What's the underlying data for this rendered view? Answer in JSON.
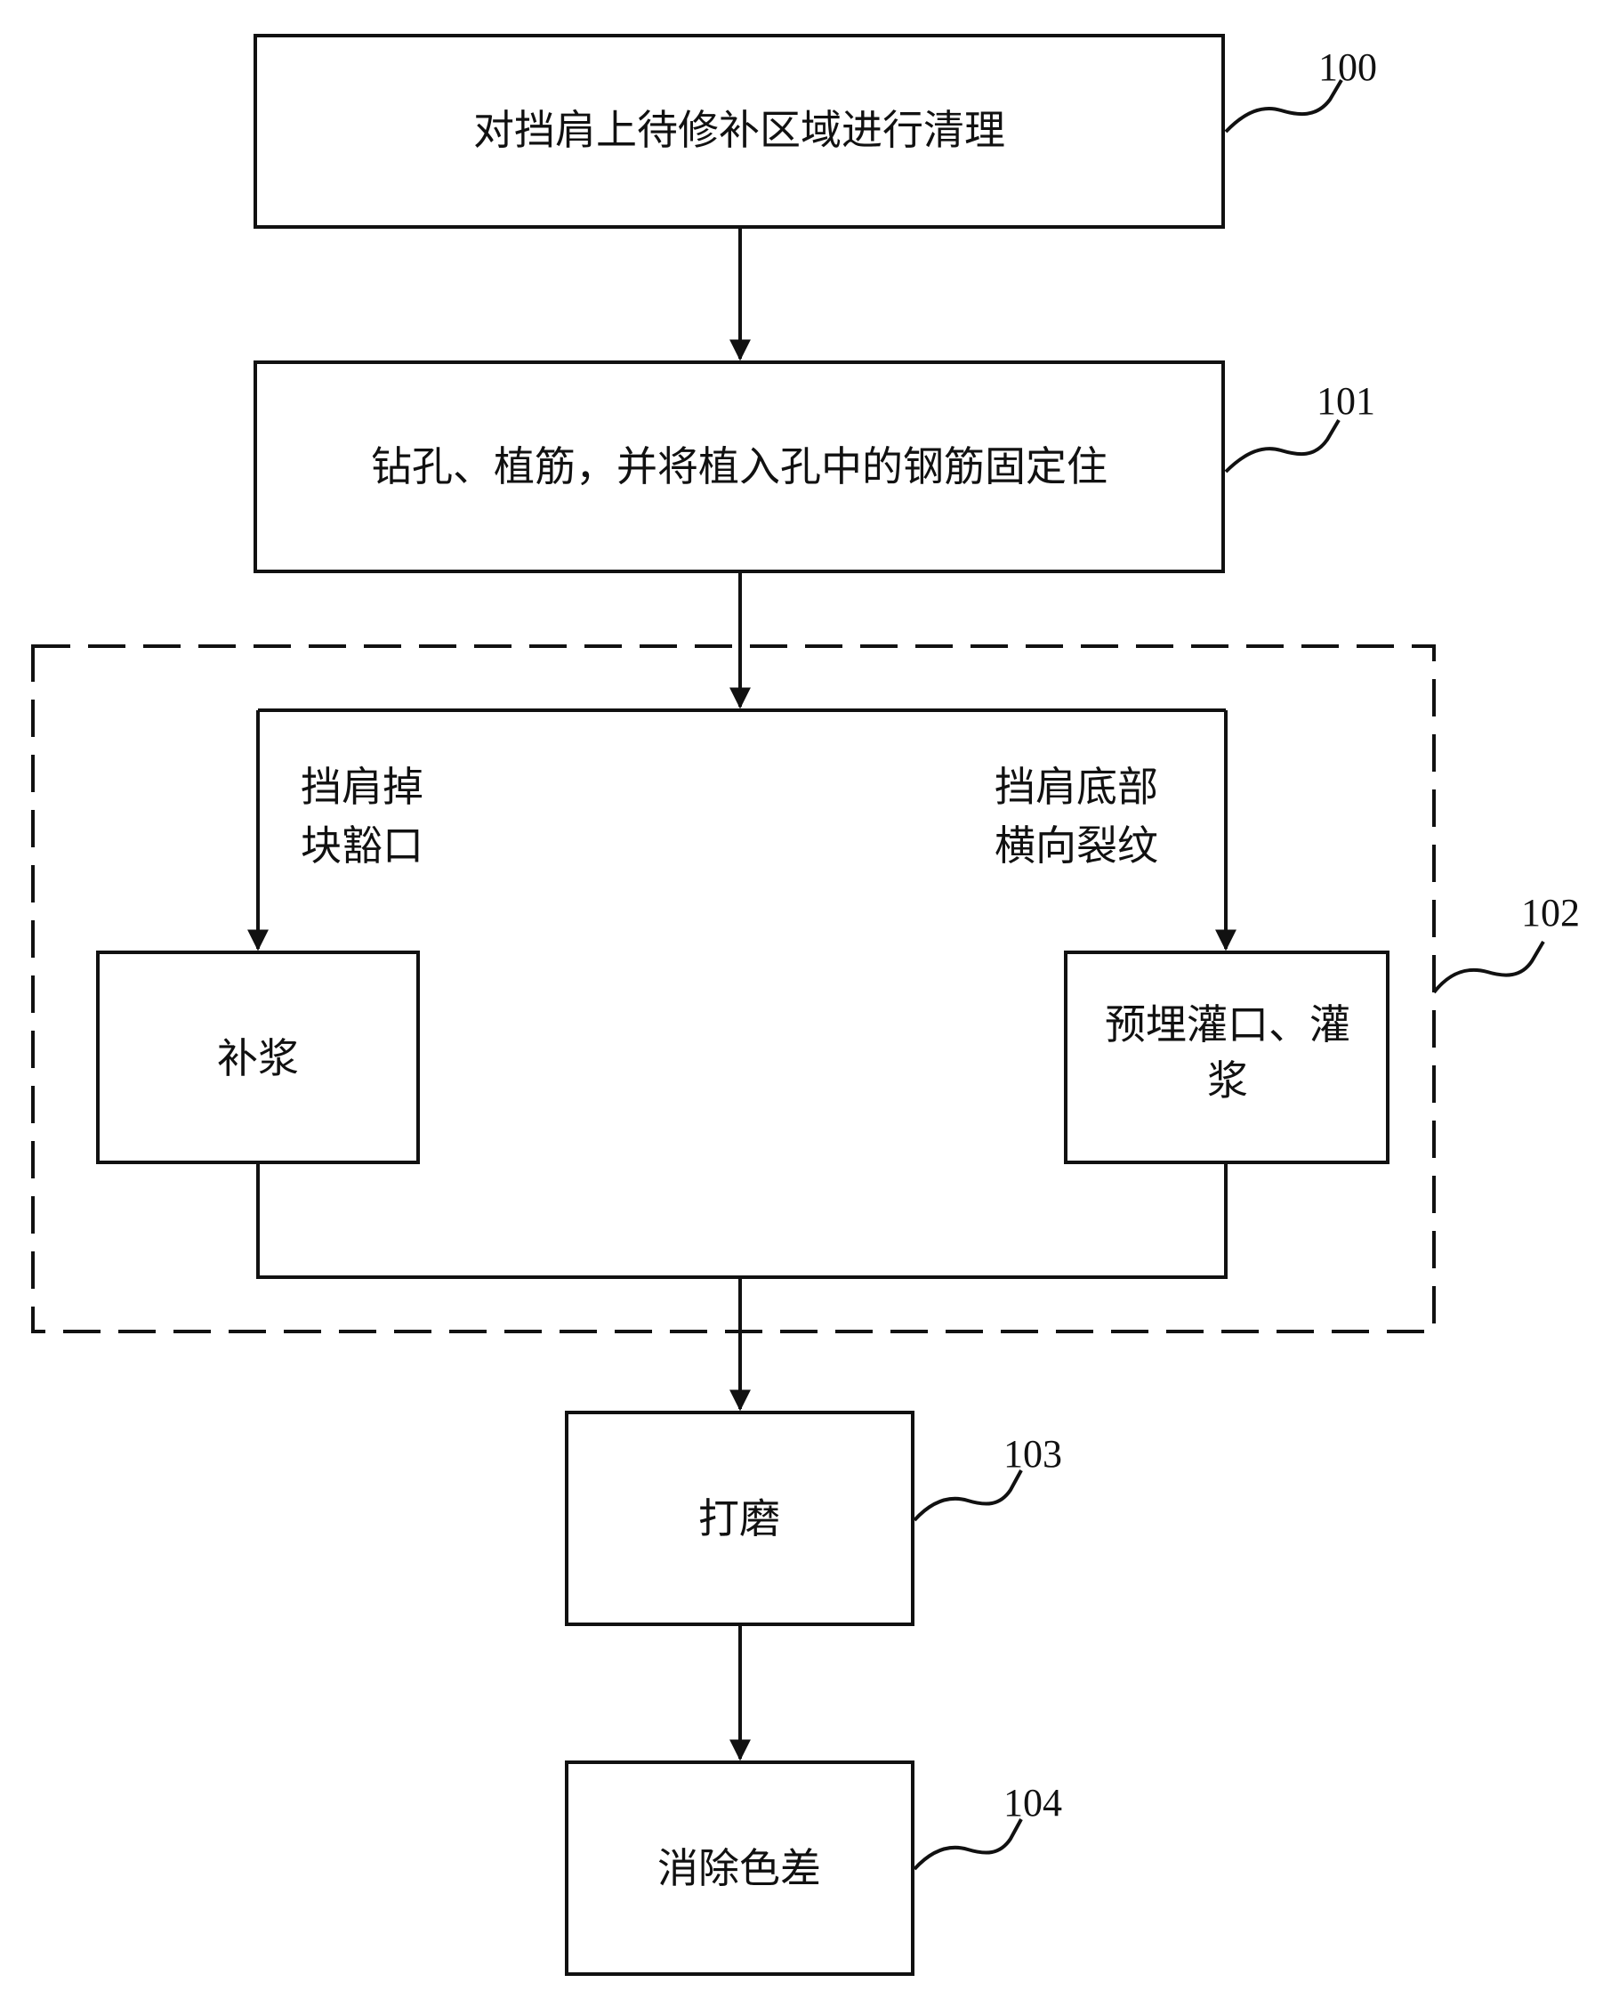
{
  "steps": {
    "s100": {
      "text": "对挡肩上待修补区域进行清理",
      "ref": "100"
    },
    "s101": {
      "text": "钻孔、植筋，并将植入孔中的钢筋固定住",
      "ref": "101"
    },
    "s102": {
      "ref": "102"
    },
    "left": {
      "text": "补浆",
      "condition": [
        "挡肩掉",
        "块豁口"
      ]
    },
    "right": {
      "text": [
        "预埋灌口、灌",
        "浆"
      ],
      "condition": [
        "挡肩底部",
        "横向裂纹"
      ]
    },
    "s103": {
      "text": "打磨",
      "ref": "103"
    },
    "s104": {
      "text": "消除色差",
      "ref": "104"
    }
  }
}
